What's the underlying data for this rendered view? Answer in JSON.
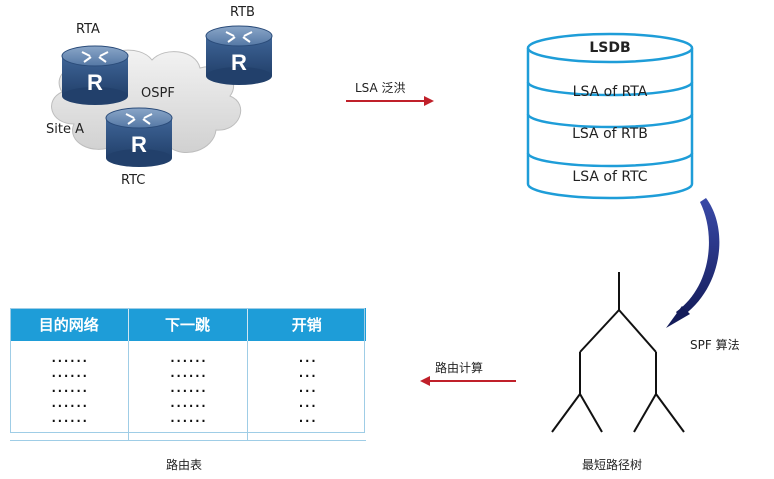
{
  "topology": {
    "routers": [
      {
        "id": "rta",
        "label": "RTA",
        "glyph": "R"
      },
      {
        "id": "rtb",
        "label": "RTB",
        "glyph": "R"
      },
      {
        "id": "rtc",
        "label": "RTC",
        "glyph": "R"
      }
    ],
    "cloud_label": "OSPF",
    "site_label": "Site A"
  },
  "flood_label": "LSA 泛洪",
  "lsdb": {
    "title": "LSDB",
    "entries": [
      "LSA of RTA",
      "LSA of RTB",
      "LSA of RTC"
    ]
  },
  "spf_label": "SPF 算法",
  "tree_label": "最短路径树",
  "route_calc_label": "路由计算",
  "routing_table": {
    "caption": "路由表",
    "headers": [
      "目的网络",
      "下一跳",
      "开销"
    ],
    "cells": [
      "......\n......\n......\n......\n......",
      "......\n......\n......\n......\n......",
      "...\n...\n...\n...\n..."
    ]
  },
  "colors": {
    "router_body": "#34598a",
    "router_top": "#6d8db5",
    "lsdb_border": "#1e9dd8",
    "table_header": "#1e9dd8",
    "flow_arrow": "#c0202a",
    "spf_arrow": "#1f2a7a"
  }
}
